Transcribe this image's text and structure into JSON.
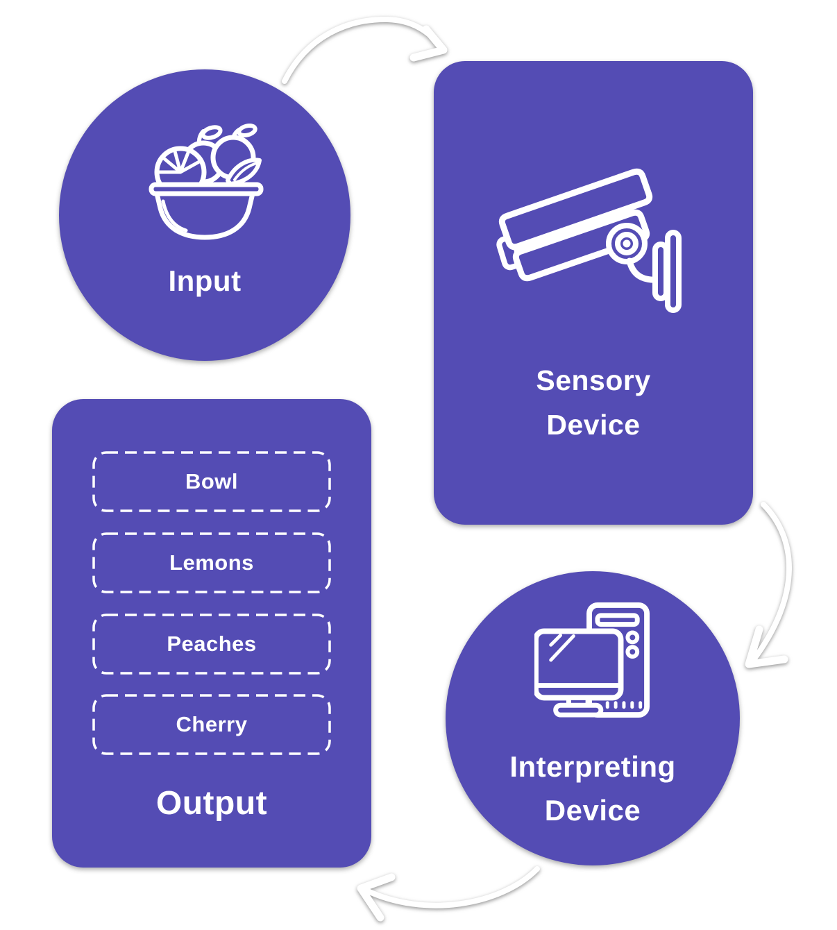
{
  "colors": {
    "background": "#ffffff",
    "node_fill": "#544CB4",
    "text": "#ffffff",
    "icon_stroke": "#ffffff",
    "arrow": "#ffffff"
  },
  "nodes": {
    "input": {
      "label": "Input",
      "icon": "fruit-bowl-icon",
      "shape": "circle"
    },
    "sensory_device": {
      "label_line1": "Sensory",
      "label_line2": "Device",
      "icon": "cctv-camera-icon",
      "shape": "rounded-card"
    },
    "output": {
      "label": "Output",
      "shape": "rounded-card",
      "items": [
        "Bowl",
        "Lemons",
        "Peaches",
        "Cherry"
      ]
    },
    "interpreting_device": {
      "label_line1": "Interpreting",
      "label_line2": "Device",
      "icon": "desktop-computer-icon",
      "shape": "circle"
    }
  },
  "arrows": [
    {
      "name": "arrow-input-to-sensory-device",
      "from": "input",
      "to": "sensory_device"
    },
    {
      "name": "arrow-sensory-device-to-interpreting-device",
      "from": "sensory_device",
      "to": "interpreting_device"
    },
    {
      "name": "arrow-interpreting-device-to-output",
      "from": "interpreting_device",
      "to": "output"
    }
  ]
}
